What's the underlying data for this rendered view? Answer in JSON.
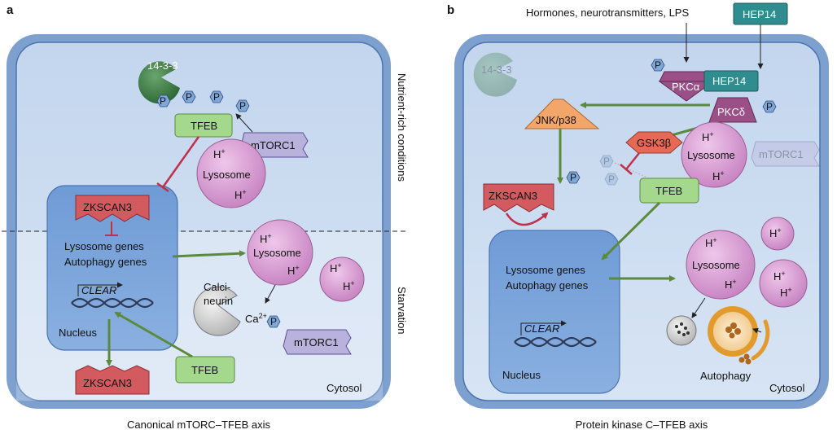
{
  "panel_a": {
    "letter": "a",
    "caption": "Canonical mTORC–TFEB axis",
    "side_top": "Nutrient-rich conditions",
    "side_bottom": "Starvation",
    "cytosol": "Cytosol",
    "nucleus": "Nucleus",
    "p14": "14-3-3",
    "p": "P",
    "tfeb": "TFEB",
    "mtorc1": "mTORC1",
    "lysosome": "Lysosome",
    "h": "H",
    "plus": "+",
    "zkscan3": "ZKSCAN3",
    "genes1": "Lysosome genes",
    "genes2": "Autophagy genes",
    "clear": "CLEAR",
    "calci1": "Calci-",
    "calci2": "neurin",
    "ca": "Ca",
    "ca_sup": "2+"
  },
  "panel_b": {
    "letter": "b",
    "caption": "Protein kinase C–TFEB axis",
    "hormones": "Hormones, neurotransmitters, LPS",
    "hep14": "HEP14",
    "pkca": "PKCα",
    "pkcd": "PKCδ",
    "jnk": "JNK/p38",
    "gsk": "GSK3β",
    "p14": "14-3-3",
    "p": "P",
    "lysosome": "Lysosome",
    "h": "H",
    "plus": "+",
    "mtorc1": "mTORC1",
    "tfeb": "TFEB",
    "zkscan3": "ZKSCAN3",
    "genes1": "Lysosome genes",
    "genes2": "Autophagy genes",
    "clear": "CLEAR",
    "nucleus": "Nucleus",
    "autophagy": "Autophagy",
    "cytosol": "Cytosol"
  },
  "colors": {
    "cell_fill": "#bfd3ec",
    "cell_stroke": "#4a74b0",
    "nucleus_fill": "#6f9bd6",
    "green_arrow": "#5b8a3c",
    "red_inhibit": "#c0304a",
    "lysosome": "#d59ad0",
    "tfeb_fill": "#a4d98d",
    "zkscan_fill": "#d35b5f",
    "mtorc_fill": "#b9b2dc",
    "p_fill": "#7fa8d8",
    "teal": "#2f8c8f",
    "pkc_fill": "#9a4f86",
    "orange": "#f2a66a"
  }
}
